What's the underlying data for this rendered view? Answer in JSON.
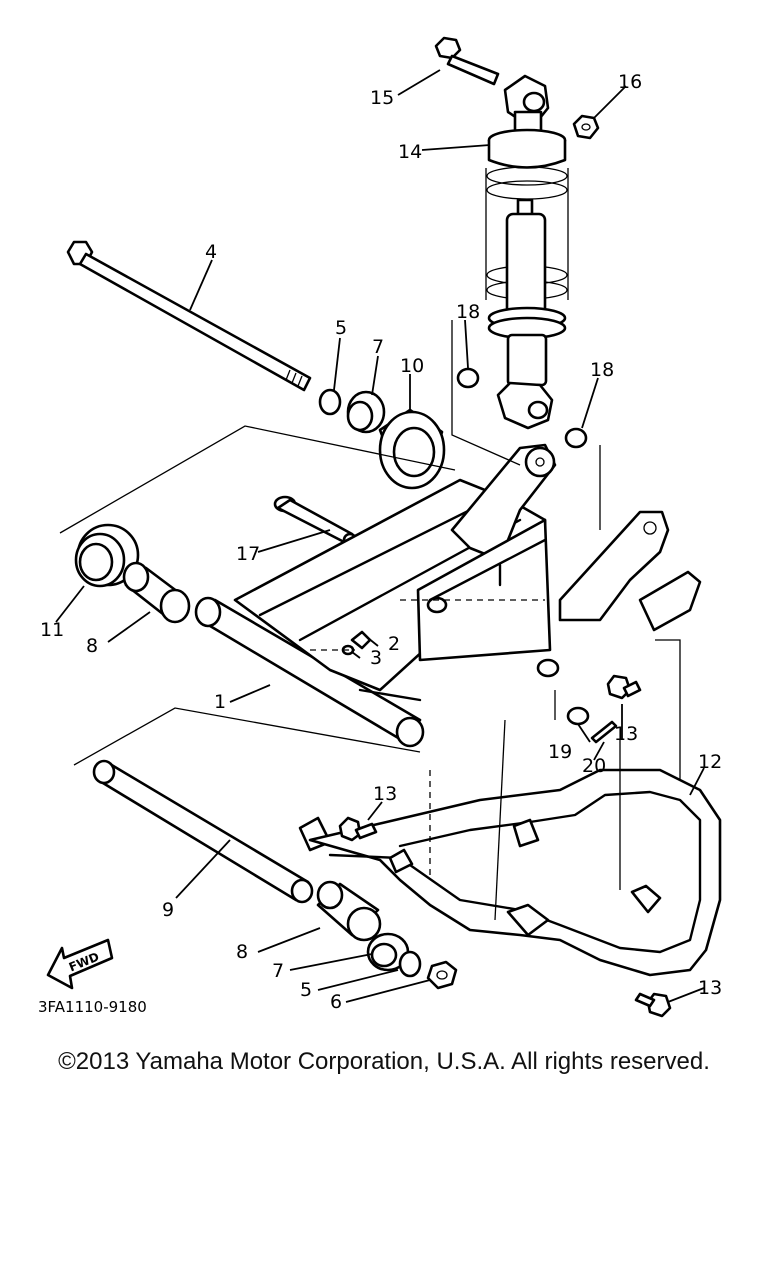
{
  "diagram": {
    "code": "3FA1110-9180",
    "fwd_label": "FWD",
    "callouts": [
      {
        "id": "c1",
        "label": "1"
      },
      {
        "id": "c2",
        "label": "2"
      },
      {
        "id": "c3",
        "label": "3"
      },
      {
        "id": "c4",
        "label": "4"
      },
      {
        "id": "c5a",
        "label": "5"
      },
      {
        "id": "c5b",
        "label": "5"
      },
      {
        "id": "c6",
        "label": "6"
      },
      {
        "id": "c7a",
        "label": "7"
      },
      {
        "id": "c7b",
        "label": "7"
      },
      {
        "id": "c8a",
        "label": "8"
      },
      {
        "id": "c8b",
        "label": "8"
      },
      {
        "id": "c9",
        "label": "9"
      },
      {
        "id": "c10",
        "label": "10"
      },
      {
        "id": "c11",
        "label": "11"
      },
      {
        "id": "c12",
        "label": "12"
      },
      {
        "id": "c13a",
        "label": "13"
      },
      {
        "id": "c13b",
        "label": "13"
      },
      {
        "id": "c13c",
        "label": "13"
      },
      {
        "id": "c14",
        "label": "14"
      },
      {
        "id": "c15",
        "label": "15"
      },
      {
        "id": "c16",
        "label": "16"
      },
      {
        "id": "c17",
        "label": "17"
      },
      {
        "id": "c18a",
        "label": "18"
      },
      {
        "id": "c18b",
        "label": "18"
      },
      {
        "id": "c19",
        "label": "19"
      },
      {
        "id": "c20",
        "label": "20"
      }
    ]
  },
  "footer": {
    "copyright": "©2013 Yamaha Motor Corporation, U.S.A. All rights reserved."
  }
}
